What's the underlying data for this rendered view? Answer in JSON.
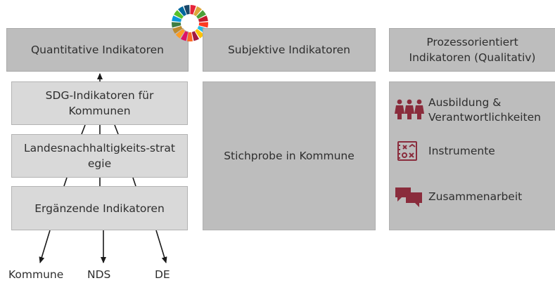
{
  "columns": {
    "quantitative": {
      "header": "Quantitative Indikatoren",
      "levels": [
        "SDG-Indikatoren für Kommunen",
        "Landesnachhaltigkeits-strategie",
        "Ergänzende Indikatoren"
      ],
      "outputs": [
        "Kommune",
        "NDS",
        "DE"
      ]
    },
    "subjective": {
      "header": "Subjektive Indikatoren",
      "body": "Stichprobe in Kommune"
    },
    "process": {
      "header": "Prozessorientiert Indikatoren (Qualitativ)",
      "items": [
        {
          "label": "Ausbildung & Verantwortlichkeiten",
          "icon": "people-icon"
        },
        {
          "label": "Instrumente",
          "icon": "instruments-icon"
        },
        {
          "label": "Zusammenarbeit",
          "icon": "speech-bubbles-icon"
        }
      ]
    }
  },
  "colors": {
    "box_dark": "#bdbdbd",
    "box_light": "#d9d9d9",
    "accent": "#8a2c3c"
  }
}
